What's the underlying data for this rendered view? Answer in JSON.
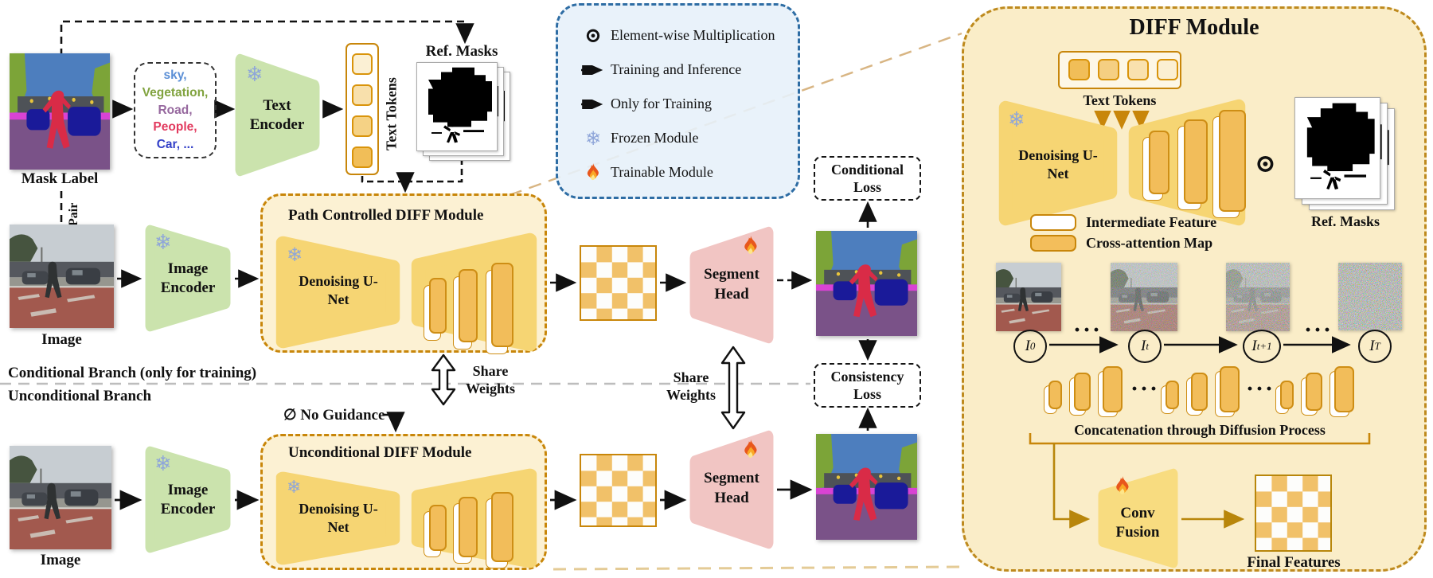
{
  "colors": {
    "gold_border": "#C8860A",
    "module_fill": "#FCF1D3",
    "panel_fill": "#FAEDC8",
    "unet_yellow": "#F6D573",
    "attention_orange": "#F2BD5A",
    "encoder_green": "#CBE3AD",
    "segment_pink": "#F1C5C3",
    "legend_bg": "#E7F1FA",
    "legend_border": "#2E6DA4",
    "checker_orange": "#F1C169"
  },
  "pipeline": {
    "mask_label_caption": "Mask Label",
    "pair_label": "Pair",
    "class_words": [
      {
        "text": "sky,",
        "color": "#5B8FD6"
      },
      {
        "text": "Vegetation,",
        "color": "#81A33F"
      },
      {
        "text": "Road,",
        "color": "#96689E"
      },
      {
        "text": "People,",
        "color": "#E23A5E"
      },
      {
        "text": "Car, ...",
        "color": "#3340C8"
      }
    ],
    "text_encoder_label": "Text Encoder",
    "text_tokens_label": "Text Tokens",
    "ref_masks_label": "Ref. Masks",
    "image_caption": "Image",
    "image_encoder_label": "Image Encoder",
    "conditional_module_title": "Path Controlled DIFF Module",
    "unconditional_module_title": "Unconditional DIFF Module",
    "denoising_unet_label": "Denoising U-Net",
    "segment_head_label": "Segment Head",
    "share_weights_label": "Share Weights",
    "conditional_branch_label": "Conditional Branch (only for training)",
    "unconditional_branch_label": "Unconditional Branch",
    "no_guidance_label": "∅ No Guidance",
    "conditional_loss_label": "Conditional Loss",
    "consistency_loss_label": "Consistency Loss"
  },
  "legend": {
    "items": [
      {
        "icon": "odot-icon",
        "label": "Element-wise Multiplication"
      },
      {
        "icon": "solid-arrow-icon",
        "label": "Training and Inference"
      },
      {
        "icon": "dashed-arrow-icon",
        "label": "Only for Training"
      },
      {
        "icon": "snowflake-icon",
        "label": "Frozen Module"
      },
      {
        "icon": "flame-icon",
        "label": "Trainable Module"
      }
    ]
  },
  "diff_module_panel": {
    "title": "DIFF Module",
    "text_tokens_label": "Text Tokens",
    "denoising_unet_label": "Denoising U-Net",
    "intermediate_feature_label": "Intermediate Feature",
    "cross_attention_label": "Cross-attention Map",
    "ref_masks_label": "Ref. Masks",
    "timeline": [
      {
        "base": "I",
        "sub": "0"
      },
      {
        "base": "I",
        "sub": "t"
      },
      {
        "base": "I",
        "sub": "t+1"
      },
      {
        "base": "I",
        "sub": "T"
      }
    ],
    "dots": "···",
    "concat_label": "Concatenation through Diffusion Process",
    "conv_fusion_label": "Conv Fusion",
    "final_features_label": "Final Features"
  }
}
